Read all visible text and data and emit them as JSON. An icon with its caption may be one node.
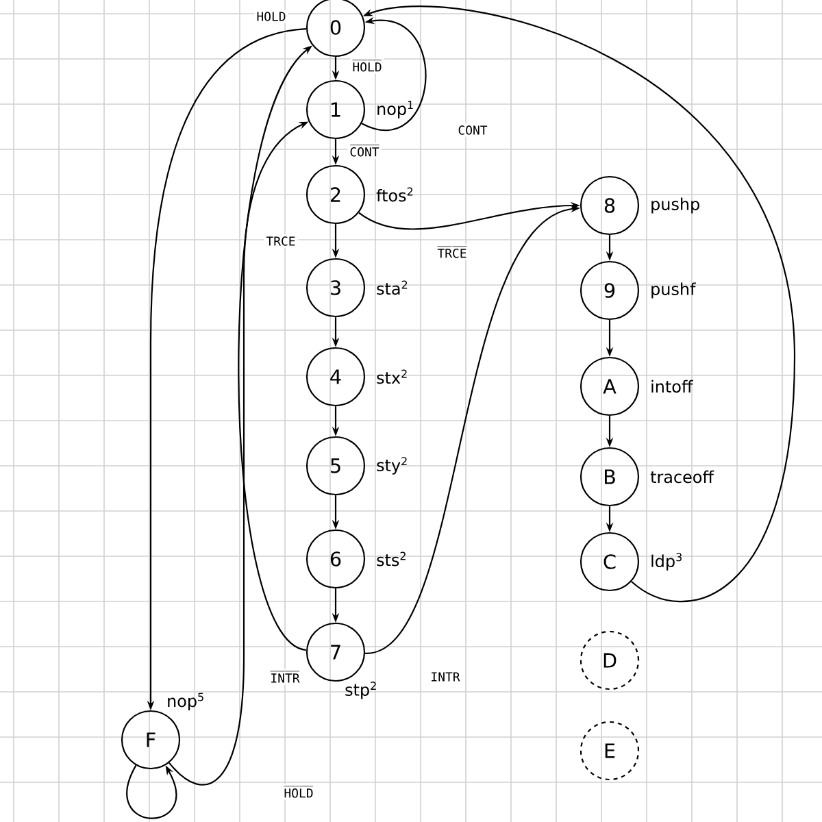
{
  "diagram": {
    "nodes": [
      {
        "text": [
          "0"
        ]
      },
      {
        "text": [
          "1"
        ],
        "beside": [
          "nop$^{1}$"
        ]
      },
      {
        "text": [
          "2"
        ],
        "beside": [
          "ftos$^{2}$"
        ]
      },
      {
        "text": [
          "3"
        ],
        "beside": [
          "sta$^{2}$"
        ]
      },
      {
        "text": [
          "4"
        ],
        "beside": [
          "stx$^{2}$"
        ]
      },
      {
        "text": [
          "5"
        ],
        "beside": [
          "sty$^{2}$"
        ]
      },
      {
        "text": [
          "6"
        ],
        "beside": [
          "sts$^{2}$"
        ]
      },
      {
        "text": [
          "7"
        ],
        "beside": [
          "stp$^{2}$"
        ]
      },
      {
        "text": [
          "8"
        ],
        "beside": [
          "pushp"
        ]
      },
      {
        "text": [
          "9"
        ],
        "beside": [
          "pushf"
        ]
      },
      {
        "text": [
          "A"
        ],
        "beside": [
          "intoff"
        ]
      },
      {
        "text": [
          "B"
        ],
        "beside": [
          "traceoff"
        ]
      },
      {
        "text": [
          "C"
        ],
        "beside": [
          "ldp$^{3}$"
        ]
      },
      {
        "text": [
          "D"
        ]
      },
      {
        "text": [
          "E"
        ]
      },
      {
        "text": [
          "F"
        ],
        "beside": [
          "nop$^{5}$"
        ]
      }
    ],
    "edges": [
      {
        "from": 0,
        "to": 1,
        "arrow": "to",
        "label": "H̅O̅L̅D̅"
      },
      {
        "from": 1,
        "to": 0,
        "arrow": "to",
        "label": "CONT"
      },
      {
        "from": 1,
        "to": 2,
        "arrow": "to",
        "label": "C̅O̅N̅T̅"
      },
      {
        "from": 2,
        "to": 3,
        "arrow": "to",
        "label": "TRCE"
      },
      {
        "from": 2,
        "to": 8,
        "arrow": "to",
        "label": "T̅R̅C̅E̅"
      },
      {
        "from": 3,
        "to": 4,
        "arrow": "to"
      },
      {
        "from": 4,
        "to": 5,
        "arrow": "to"
      },
      {
        "from": 5,
        "to": 6,
        "arrow": "to"
      },
      {
        "from": 6,
        "to": 7,
        "arrow": "to"
      },
      {
        "from": 7,
        "to": 0,
        "arrow": "to",
        "label": "I̅N̅T̅R̅"
      },
      {
        "from": 7,
        "to": 8,
        "arrow": "to",
        "label": "INTR"
      },
      {
        "from": 8,
        "to": 9,
        "arrow": "to"
      },
      {
        "from": 9,
        "to": 10,
        "arrow": "to"
      },
      {
        "from": 10,
        "to": 11,
        "arrow": "to"
      },
      {
        "from": 11,
        "to": 12,
        "arrow": "to"
      },
      {
        "from": 12,
        "to": 0,
        "arrow": "to"
      },
      {
        "from": 0,
        "to": 15,
        "arrow": "to",
        "label": "HOLD"
      },
      {
        "from": 15,
        "to": 1,
        "arrow": "to",
        "label": "H̅O̅L̅D̅"
      },
      {
        "from": 15,
        "to": 15,
        "arrow": "to"
      }
    ]
  }
}
